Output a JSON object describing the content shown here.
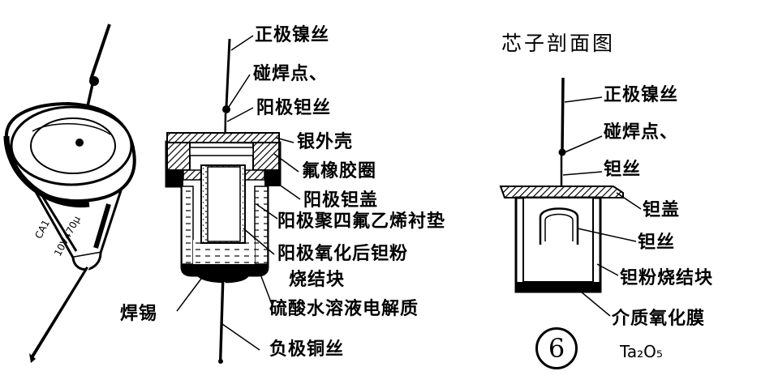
{
  "section_title": "芯子剖面图",
  "figure_number": "6",
  "formula": "Ta₂O₅",
  "capacitor_marking": {
    "line1": "CA1",
    "line2": "10V470μ"
  },
  "left_labels": {
    "positive_lead": "正极镍丝",
    "weld_point": "碰焊点、",
    "anode_wire": "阳极钽丝",
    "outer_shell": "银外壳",
    "rubber_ring": "氟橡胶圈",
    "anode_cover": "阳极钽盖",
    "ptfe_liner": "阳极聚四氟乙烯衬垫",
    "sintered_block_line1": "阳极氧化后钽粉",
    "sintered_block_line2": "烧结块",
    "solder_tin": "焊锡",
    "electrolyte": "硫酸水溶液电解质",
    "negative_lead": "负极铜丝"
  },
  "right_labels": {
    "positive_lead": "正极镍丝",
    "weld_point": "碰焊点、",
    "tantalum_wire_1": "钽丝",
    "tantalum_cover": "钽盖",
    "tantalum_wire_2": "钽丝",
    "sintered_block": "钽粉烧结块",
    "dielectric_film": "介质氧化膜"
  }
}
